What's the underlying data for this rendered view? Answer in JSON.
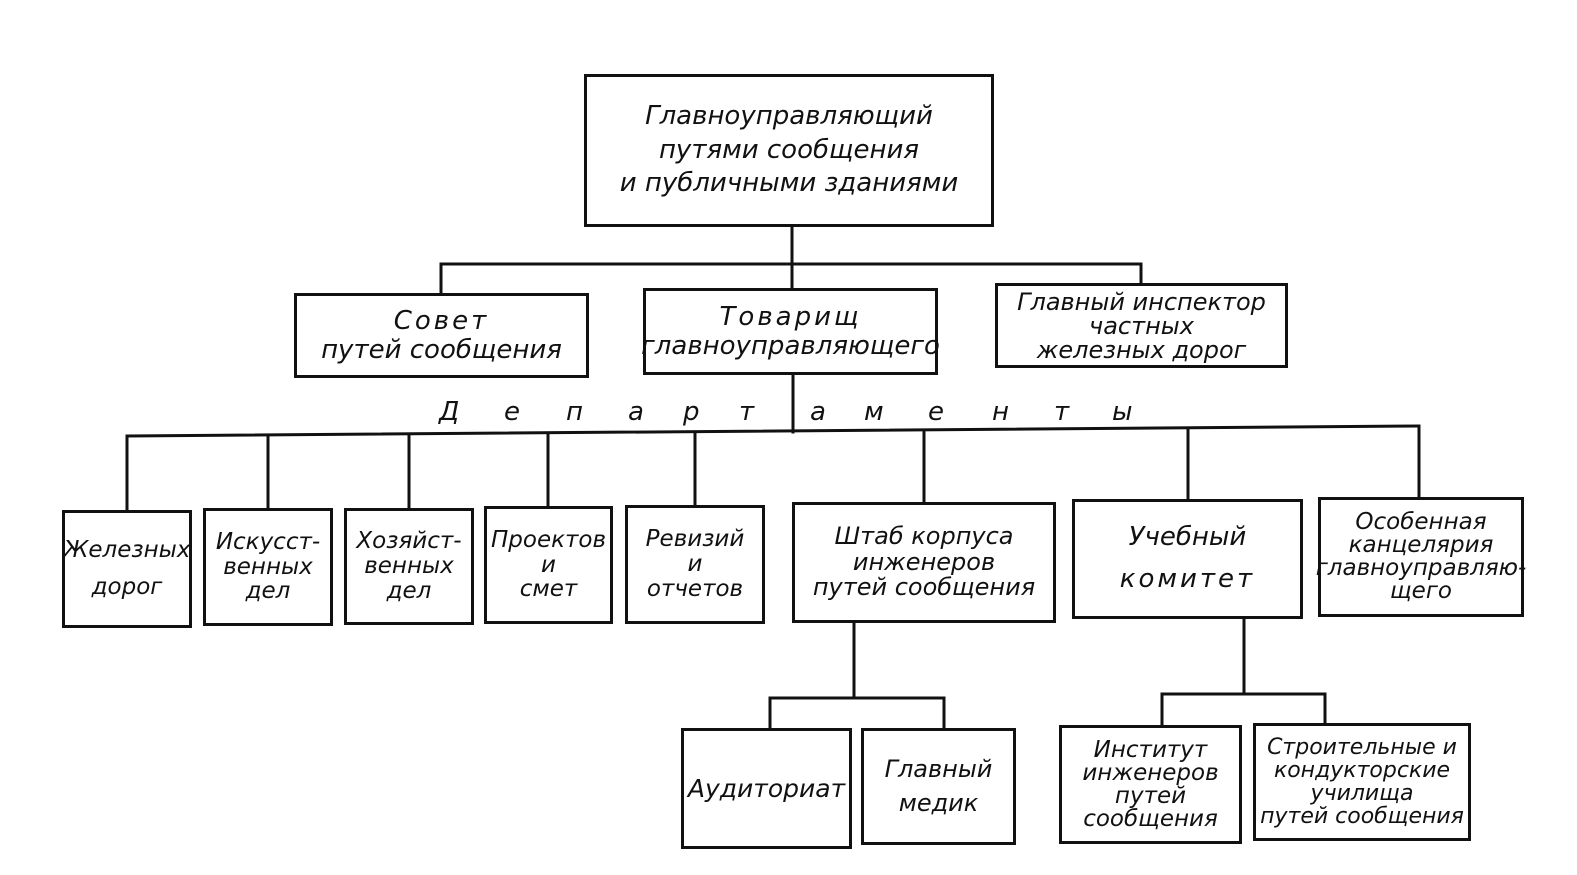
{
  "head": {
    "lines": [
      "Главноуправляющий",
      "путями сообщения",
      "и публичными зданиями"
    ]
  },
  "level2": {
    "council": [
      "Совет",
      "путей сообщения"
    ],
    "deputy": [
      "Товарищ",
      "главноуправляющего"
    ],
    "inspector": [
      "Главный инспектор",
      "частных",
      "железных дорог"
    ]
  },
  "departments_label": [
    "Д",
    "е",
    "п",
    "а",
    "р",
    "т",
    "а",
    "м",
    "е",
    "н",
    "т",
    "ы"
  ],
  "departments": {
    "railways": [
      "Железных",
      "дорог"
    ],
    "artificial_works": [
      "Искусст-",
      "венных",
      "дел"
    ],
    "economic_affairs": [
      "Хозяйст-",
      "венных",
      "дел"
    ],
    "projects": [
      "Проектов",
      "и",
      "смет"
    ],
    "audits": [
      "Ревизий",
      "и",
      "отчетов"
    ],
    "engineer_corps_staff": [
      "Штаб корпуса",
      "инженеров",
      "путей сообщения"
    ],
    "academic_committee": [
      "Учебный",
      "комитет"
    ],
    "special_chancellery": [
      "Особенная",
      "канцелярия",
      "главноуправляю-",
      "щего"
    ]
  },
  "level4": {
    "auditoriat": [
      "Аудиториат"
    ],
    "chief_medic": [
      "Главный",
      "медик"
    ],
    "institute": [
      "Институт",
      "инженеров",
      "путей",
      "сообщения"
    ],
    "schools": [
      "Строительные и",
      "кондукторские",
      "училища",
      "путей сообщения"
    ]
  },
  "colors": {
    "ink": "#111111",
    "paper": "#ffffff"
  }
}
